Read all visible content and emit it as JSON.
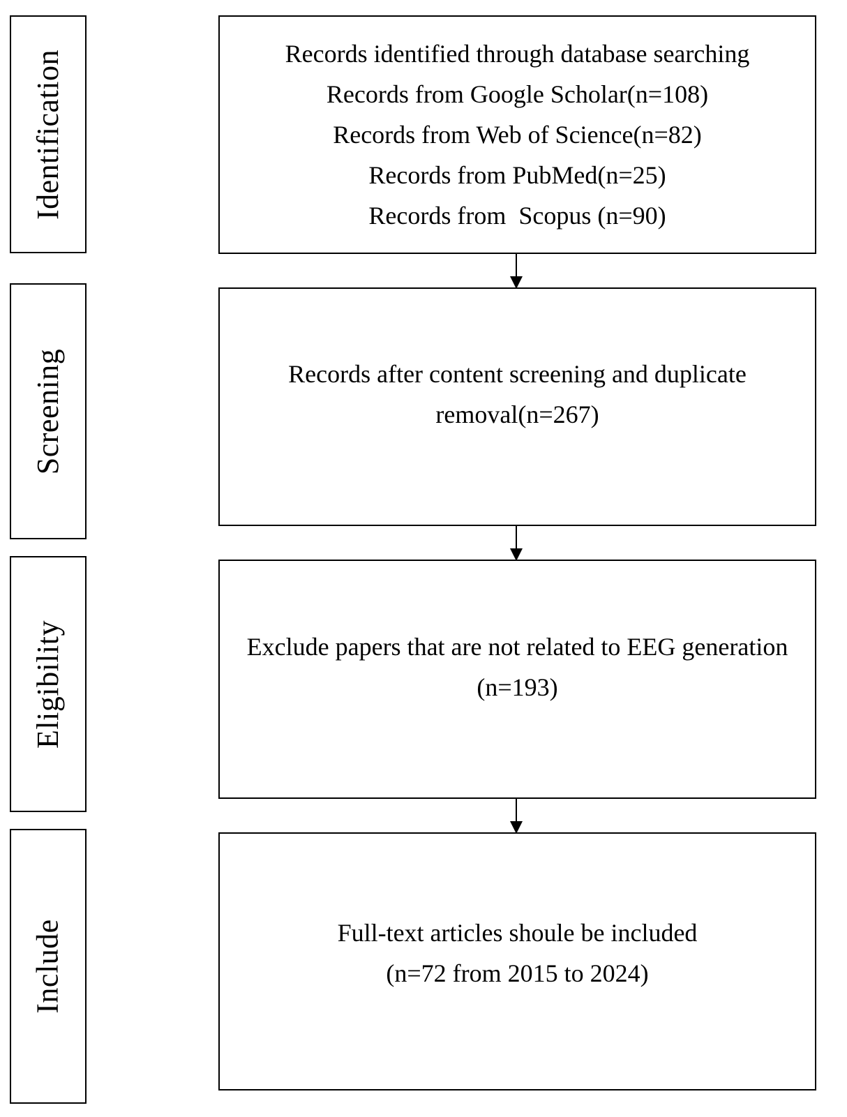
{
  "stages": [
    {
      "label": "Identification"
    },
    {
      "label": "Screening"
    },
    {
      "label": "Eligibility"
    },
    {
      "label": "Include"
    }
  ],
  "boxes": [
    {
      "lines": [
        "Records identified through database searching",
        "Records from Google Scholar(n=108)",
        "Records from Web of Science(n=82)",
        "Records from PubMed(n=25)",
        "Records from  Scopus (n=90)"
      ]
    },
    {
      "lines": [
        "Records after content screening and duplicate",
        "removal(n=267)"
      ]
    },
    {
      "lines": [
        "Exclude papers that are not related to EEG generation",
        "(n=193)"
      ]
    },
    {
      "lines": [
        "Full-text articles shoule be included",
        "(n=72 from 2015 to 2024)"
      ]
    }
  ]
}
